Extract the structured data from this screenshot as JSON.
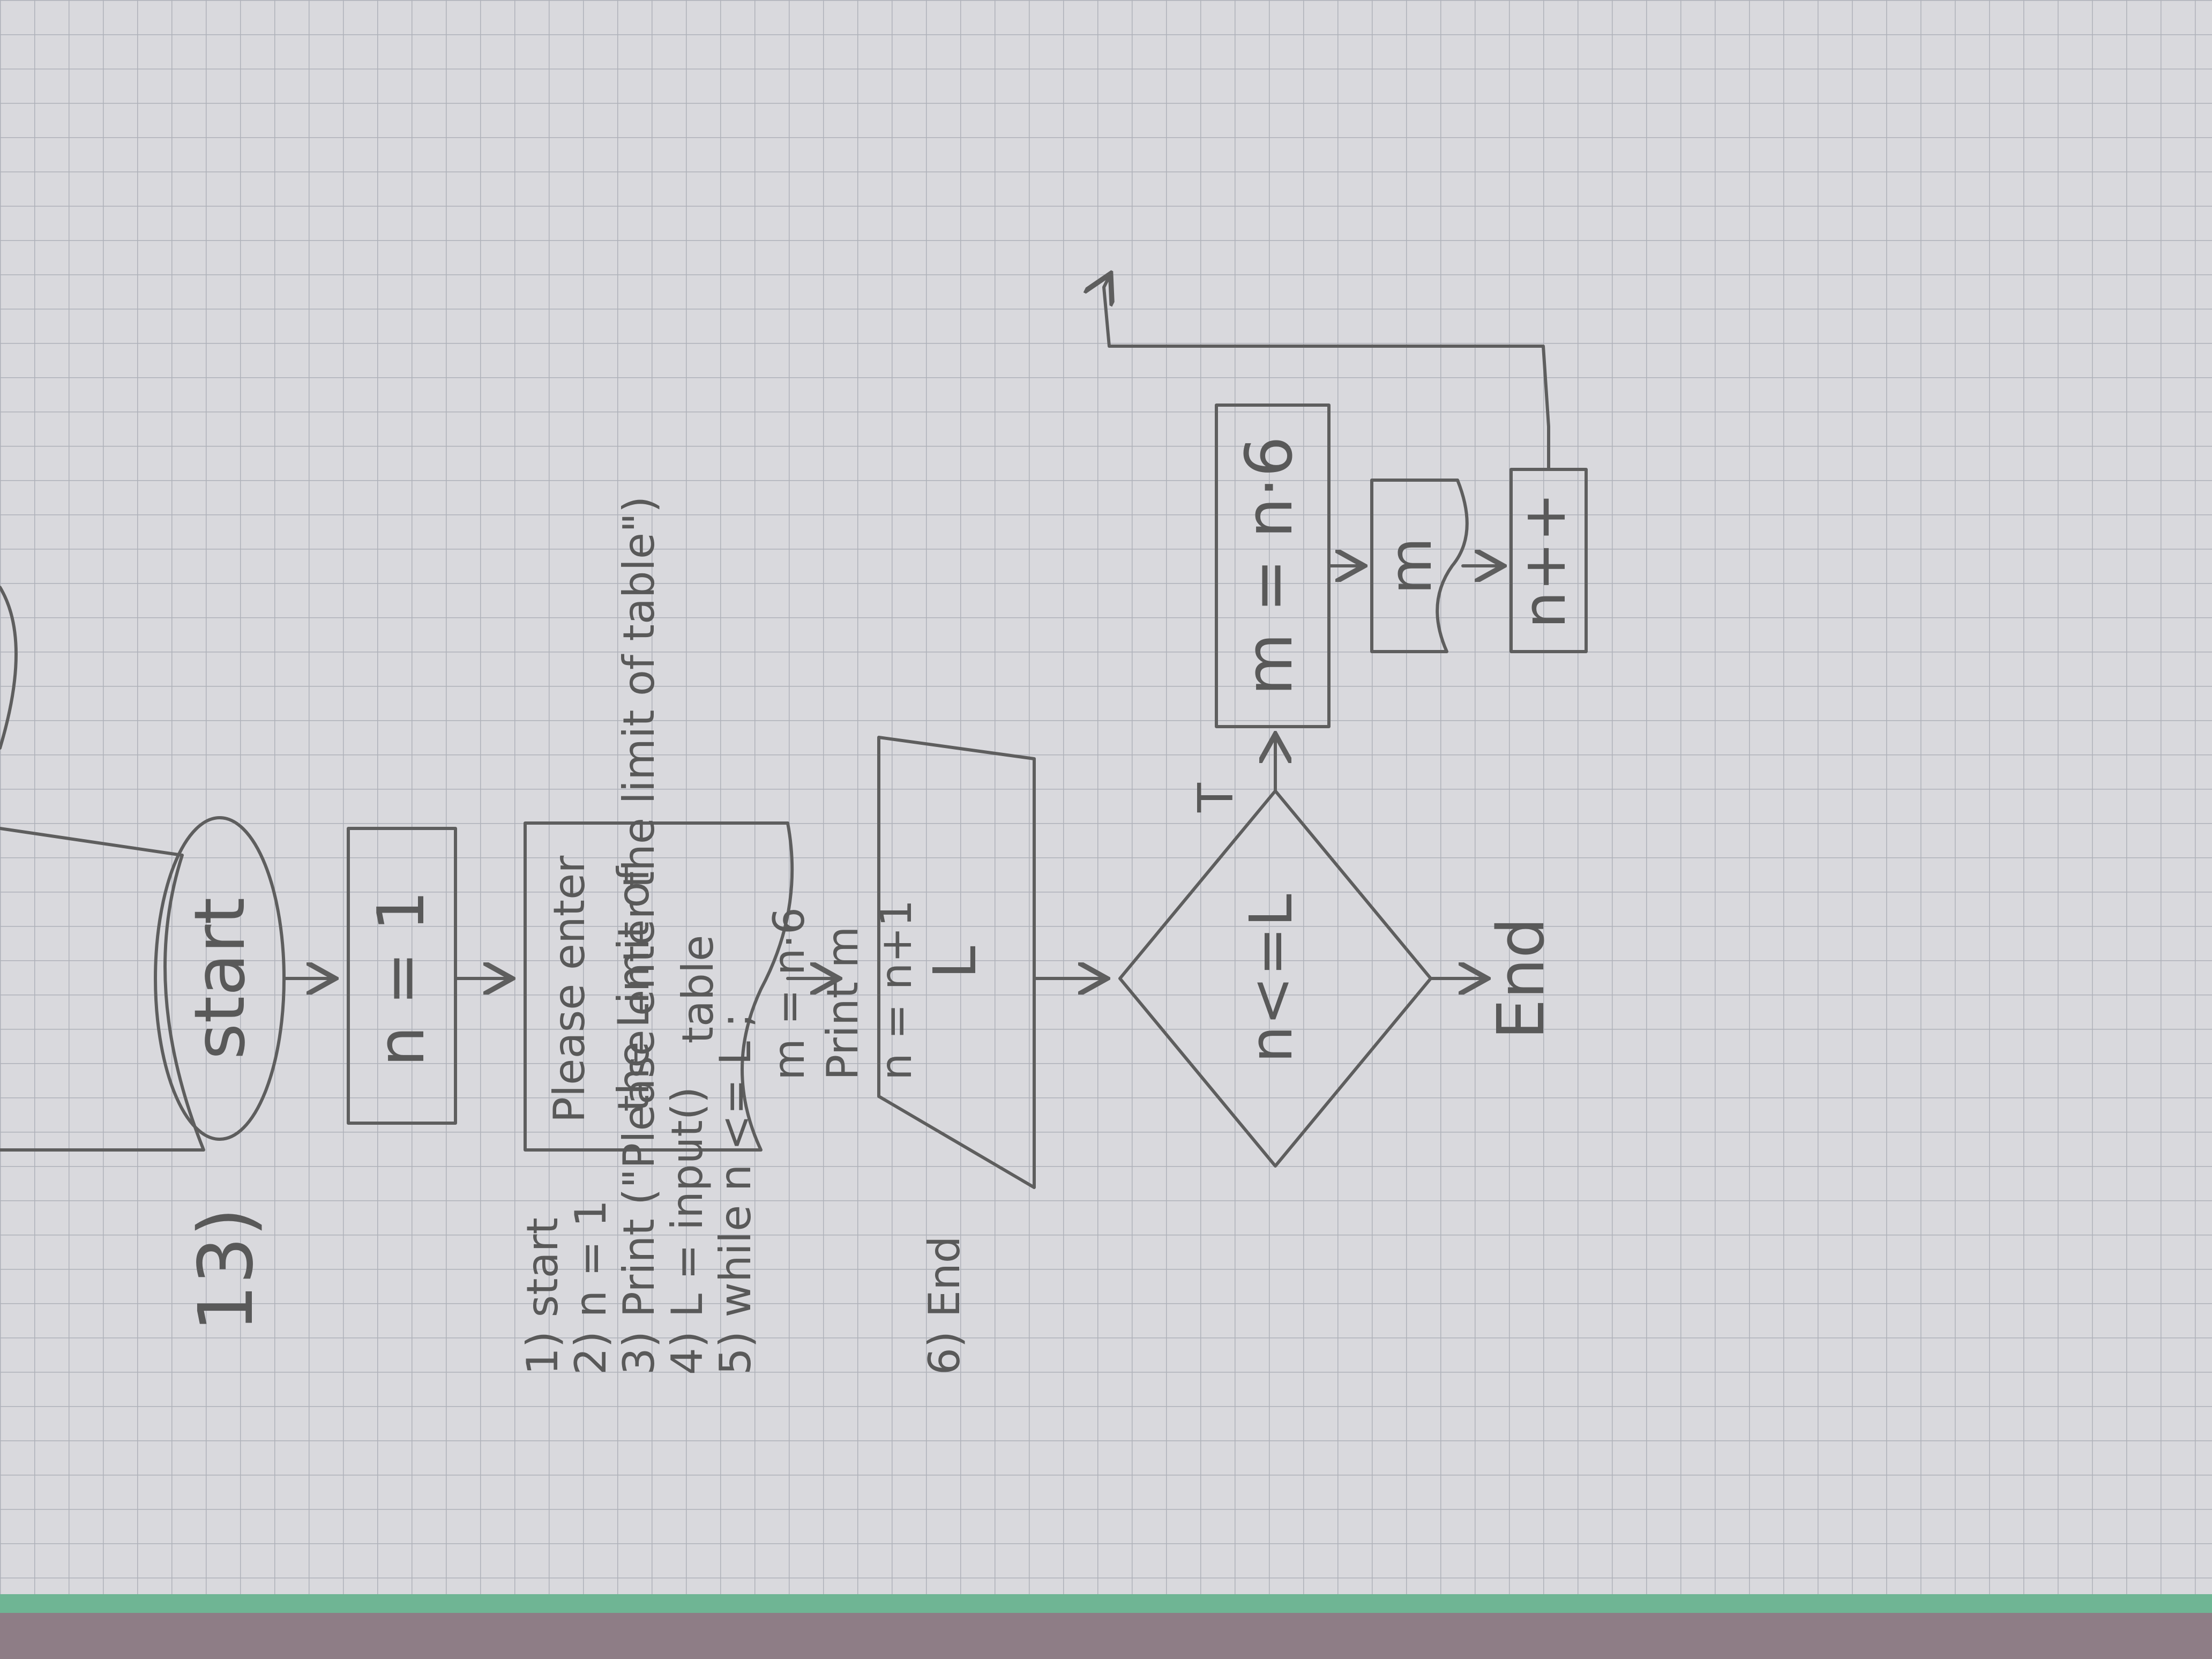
{
  "page": {
    "problem_number": "13)",
    "colors": {
      "paper": "#d9d9dd",
      "grid": "#aeb1b9",
      "pencil": "#5e5e5e",
      "notebook_edge": "#6fb594",
      "background_fabric": "#8e7d86"
    }
  },
  "flowchart": {
    "start_label": "start",
    "init_label": "n = 1",
    "prompt_lines": [
      "Please enter",
      "the Limit of",
      "table"
    ],
    "input_label": "L",
    "decision_label": "n<=L",
    "true_label": "T",
    "multiply_label": "m = n·6",
    "output_label": "m",
    "increment_label": "n++",
    "end_label": "End"
  },
  "algorithm": {
    "steps": [
      "1) start",
      "2) n = 1",
      "3) Print (\"Please enter the limit of table\")",
      "4) L = input()",
      "5) while   n <= L ;",
      "m = n·6",
      "Print m",
      "n = n+1",
      "6) End"
    ]
  }
}
